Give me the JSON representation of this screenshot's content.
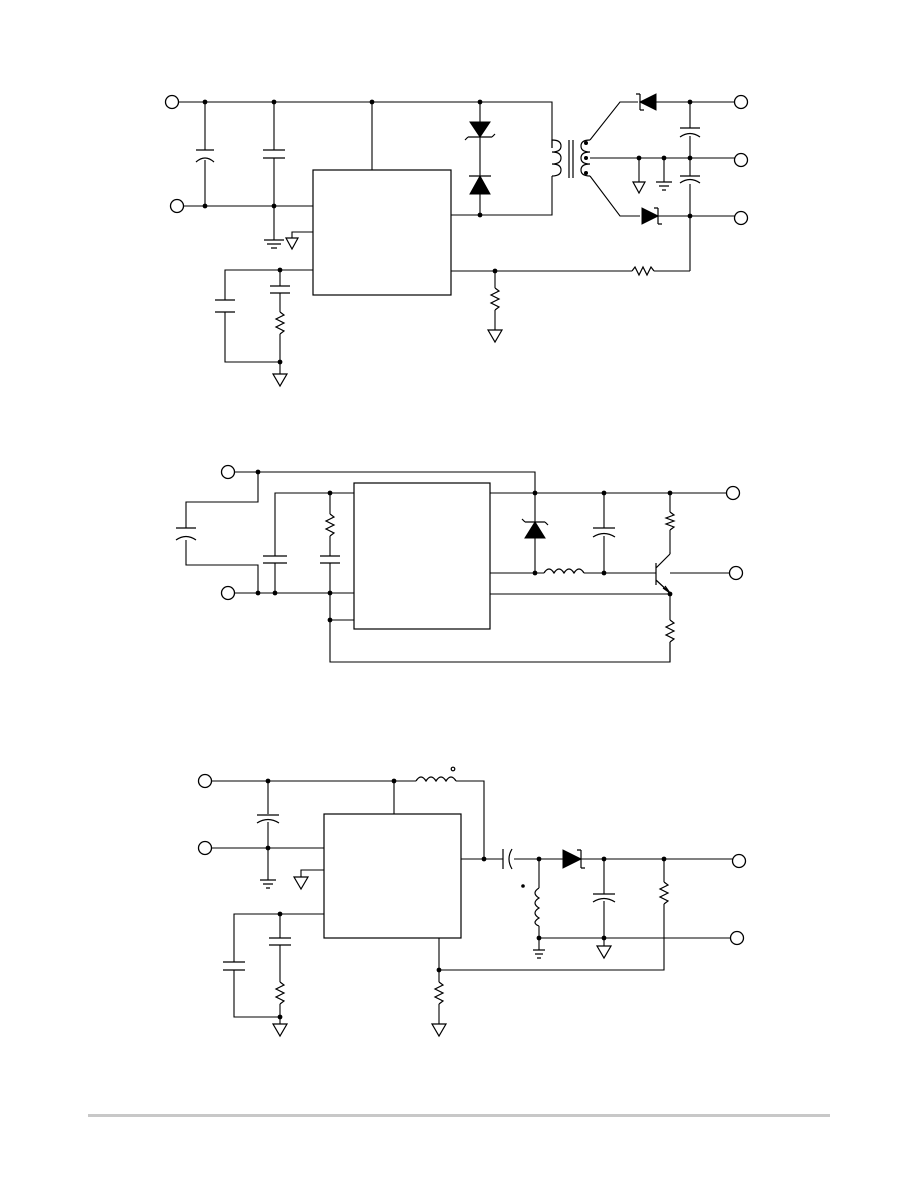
{
  "document": {
    "figures": [
      {
        "id": "flyback-converter",
        "labels": []
      },
      {
        "id": "buck-converter-pass-transistor",
        "labels": []
      },
      {
        "id": "sepic-converter",
        "labels": []
      }
    ],
    "colors": {
      "ink": "#000000",
      "rule": "#c8c8c8",
      "paper": "#ffffff"
    }
  }
}
